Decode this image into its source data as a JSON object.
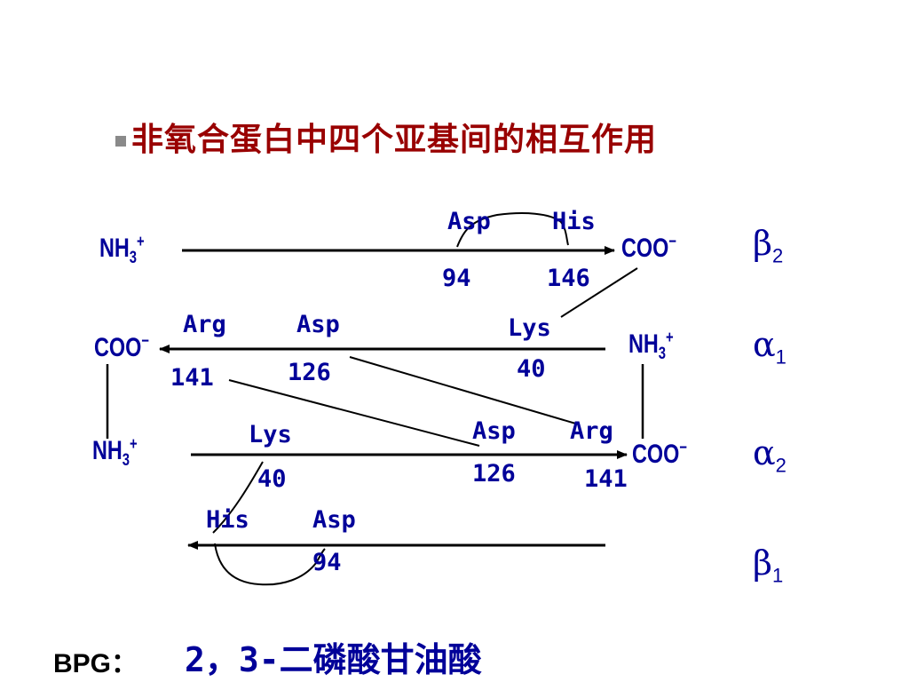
{
  "title": "非氧合蛋白中四个亚基间的相互作用",
  "chains": {
    "beta2": {
      "subunit": "β",
      "subunit_index": "2",
      "left_term": {
        "main": "NH",
        "sub": "3",
        "sup": "+"
      },
      "right_term": {
        "main": "COO",
        "sup": "−"
      },
      "residues": [
        {
          "name": "Asp",
          "number": "94"
        },
        {
          "name": "His",
          "number": "146"
        }
      ]
    },
    "alpha1": {
      "subunit": "α",
      "subunit_index": "1",
      "left_term": {
        "main": "COO",
        "sup": "−"
      },
      "right_term": {
        "main": "NH",
        "sub": "3",
        "sup": "+"
      },
      "residues": [
        {
          "name": "Arg",
          "number": "141"
        },
        {
          "name": "Asp",
          "number": "126"
        },
        {
          "name": "Lys",
          "number": "40"
        }
      ]
    },
    "alpha2": {
      "subunit": "α",
      "subunit_index": "2",
      "left_term": {
        "main": "NH",
        "sub": "3",
        "sup": "+"
      },
      "right_term": {
        "main": "COO",
        "sup": "−"
      },
      "residues": [
        {
          "name": "Lys",
          "number": "40"
        },
        {
          "name": "Asp",
          "number": "126"
        },
        {
          "name": "Arg",
          "number": "141"
        }
      ]
    },
    "beta1": {
      "subunit": "β",
      "subunit_index": "1",
      "residues": [
        {
          "name": "His"
        },
        {
          "name": "Asp",
          "number": "94"
        }
      ]
    }
  },
  "footer": {
    "label": "BPG：",
    "text": "2，3-二磷酸甘油酸"
  },
  "colors": {
    "title": "#990000",
    "text": "#000099",
    "line": "#000000"
  }
}
